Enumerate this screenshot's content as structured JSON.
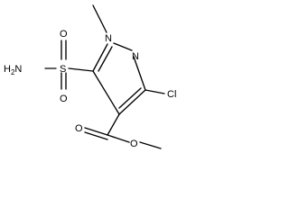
{
  "molecule": {
    "atoms": {
      "n_ring": "N",
      "n_methyl": "N",
      "sulfur": "S",
      "o_top": "O",
      "o_bottom": "O",
      "nh2": "H2N",
      "chlorine": "Cl",
      "o_carbonyl": "O",
      "o_ester": "O"
    }
  }
}
